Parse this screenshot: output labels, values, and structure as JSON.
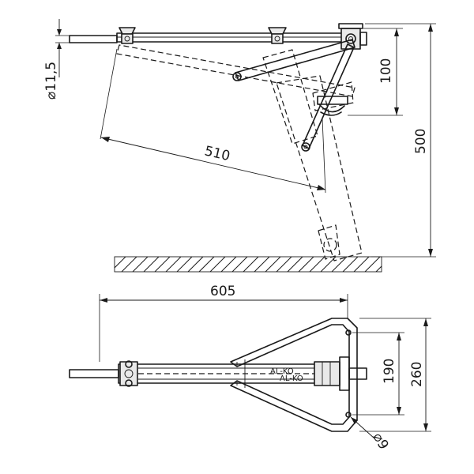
{
  "dimensions": {
    "pin_diameter": "⌀11,5",
    "vertical_offset": "100",
    "total_height": "500",
    "swing_length": "510",
    "total_length": "605",
    "inner_width": "190",
    "outer_width": "260",
    "foot_diameter": "⌀9"
  },
  "logo": {
    "brand": "AL-KO",
    "sub": "AL-KO"
  }
}
